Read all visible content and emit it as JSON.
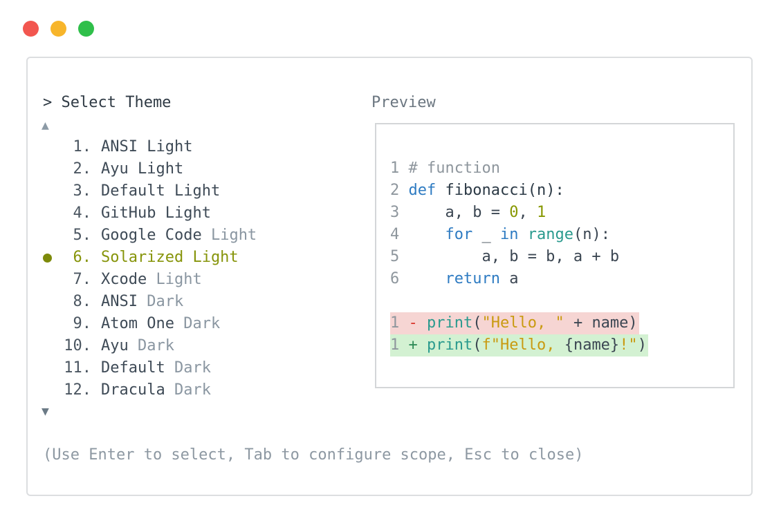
{
  "window": {
    "controls": [
      {
        "name": "close",
        "color": "#f2564f"
      },
      {
        "name": "minimize",
        "color": "#f7b52b"
      },
      {
        "name": "maximize",
        "color": "#2fbf4a"
      }
    ]
  },
  "picker": {
    "title": "> Select Theme",
    "scroll_up": "▲",
    "scroll_down": "▼",
    "selected_index": 5,
    "themes": [
      {
        "num": "1.",
        "name": "ANSI Light",
        "base": "ANSI Light",
        "suffix": ""
      },
      {
        "num": "2.",
        "name": "Ayu Light",
        "base": "Ayu Light",
        "suffix": ""
      },
      {
        "num": "3.",
        "name": "Default Light",
        "base": "Default Light",
        "suffix": ""
      },
      {
        "num": "4.",
        "name": "GitHub Light",
        "base": "GitHub Light",
        "suffix": ""
      },
      {
        "num": "5.",
        "name": "Google Code Light",
        "base": "Google Code ",
        "suffix": "Light"
      },
      {
        "num": "6.",
        "name": "Solarized Light",
        "base": "Solarized Light",
        "suffix": ""
      },
      {
        "num": "7.",
        "name": "Xcode Light",
        "base": "Xcode ",
        "suffix": "Light"
      },
      {
        "num": "8.",
        "name": "ANSI Dark",
        "base": "ANSI ",
        "suffix": "Dark"
      },
      {
        "num": "9.",
        "name": "Atom One Dark",
        "base": "Atom One ",
        "suffix": "Dark"
      },
      {
        "num": "10.",
        "name": "Ayu Dark",
        "base": "Ayu ",
        "suffix": "Dark"
      },
      {
        "num": "11.",
        "name": "Default Dark",
        "base": "Default ",
        "suffix": "Dark"
      },
      {
        "num": "12.",
        "name": "Dracula Dark",
        "base": "Dracula ",
        "suffix": "Dark"
      }
    ],
    "help": "(Use Enter to select, Tab to configure scope, Esc to close)"
  },
  "preview": {
    "label": "Preview",
    "code": {
      "l1": {
        "ln": "1",
        "comment": "# function"
      },
      "l2": {
        "ln": "2",
        "kw": "def",
        "rest": "fibonacci(n):"
      },
      "l3": {
        "ln": "3",
        "pre": "a, b = ",
        "n0": "0",
        "sep": ", ",
        "n1": "1"
      },
      "l4": {
        "ln": "4",
        "kw1": "for",
        "mid": " _ ",
        "kw2": "in",
        "bi": "range",
        "rest": "(n):"
      },
      "l5": {
        "ln": "5",
        "text": "a, b = b, a + b"
      },
      "l6": {
        "ln": "6",
        "kw": "return",
        "rest": " a"
      }
    },
    "diff_removed": {
      "ln": "1",
      "sign": "-",
      "fn": "print",
      "open": "(",
      "str": "\"Hello, \"",
      "rest": " + name)"
    },
    "diff_added": {
      "ln": "1",
      "sign": "+",
      "fn": "print",
      "open": "(",
      "str1": "f\"Hello, ",
      "interp": "{name}",
      "str2": "!\"",
      "close": ")"
    }
  },
  "colors": {
    "selected": "#86940a",
    "keyword": "#2e7bc2",
    "number": "#869700",
    "builtin": "#2a9a8e",
    "string": "#c99a10",
    "diff_removed_bg": "#f6d5d3",
    "diff_added_bg": "#d3f1d2"
  }
}
